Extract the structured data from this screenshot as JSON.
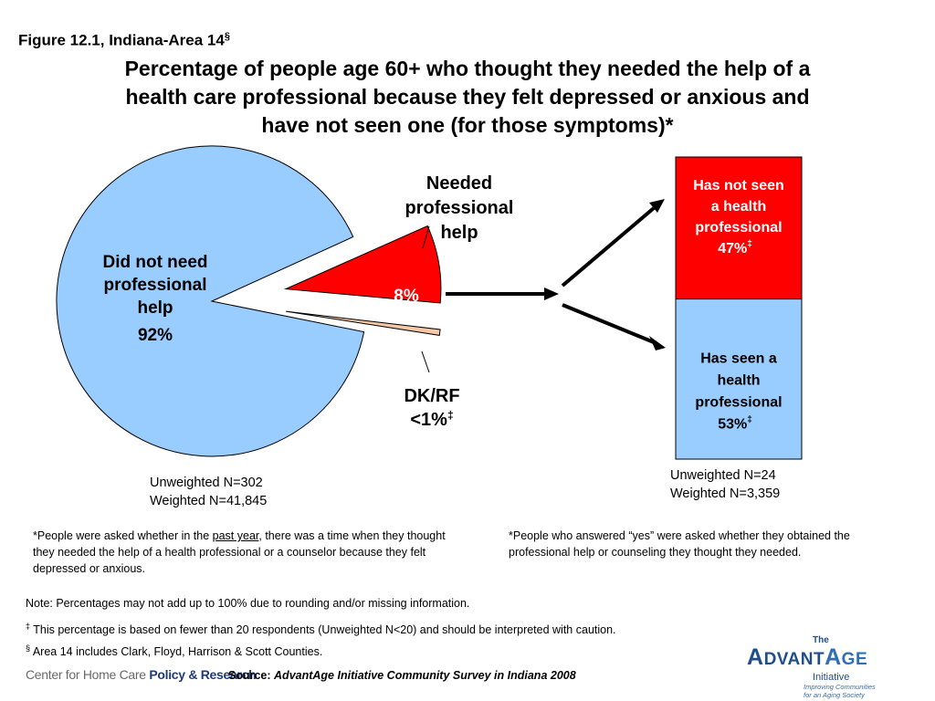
{
  "figure_label": "Figure 12.1, Indiana-Area 14",
  "figure_label_mark": "§",
  "title": "Percentage of people age 60+ who thought they needed the help of a health care professional because they felt depressed or anxious and have not seen one (for those symptoms)*",
  "chart_data": [
    {
      "type": "pie",
      "slices": [
        {
          "label_lines": [
            "Did not need",
            "professional",
            "help"
          ],
          "value": 92,
          "value_label": "92%",
          "color": "#99ccff"
        },
        {
          "label_lines": [
            "Needed",
            "professional",
            "help"
          ],
          "value": 8,
          "value_label": "8%",
          "color": "#ff0000"
        },
        {
          "label_lines": [
            "DK/RF"
          ],
          "value": 1,
          "value_label": "<1%",
          "value_mark": "‡",
          "color": "#f5c9a8"
        }
      ],
      "n_lines": [
        "Unweighted N=302",
        "Weighted N=41,845"
      ]
    },
    {
      "type": "bar",
      "stacked": true,
      "segments": [
        {
          "label_lines": [
            "Has not seen",
            "a health",
            "professional"
          ],
          "value": 47,
          "value_label": "47%",
          "value_mark": "‡",
          "color": "#ff0000",
          "text_color": "#ffffff"
        },
        {
          "label_lines": [
            "Has seen a",
            "health",
            "professional"
          ],
          "value": 53,
          "value_label": "53%",
          "value_mark": "‡",
          "color": "#99ccff",
          "text_color": "#000000"
        }
      ],
      "n_lines": [
        "Unweighted N=24",
        "Weighted N=3,359"
      ]
    }
  ],
  "footnote_left": {
    "before": "*People were asked whether in the ",
    "underlined": "past year",
    "after": ", there was a time when they thought they needed the help of a health professional or a counselor because they felt depressed or anxious."
  },
  "footnote_right": "*People who answered “yes” were asked whether they obtained the professional help or counseling they thought they needed.",
  "notes": {
    "rounding": "Note: Percentages may not add up to 100% due to rounding and/or missing information.",
    "caution_mark": "‡",
    "caution": "This percentage is based on fewer than 20 respondents (Unweighted N<20) and should be interpreted with caution.",
    "area_mark": "§",
    "area": "Area 14 includes Clark, Floyd, Harrison & Scott Counties."
  },
  "source": {
    "prefix": "Source:",
    "name": "AdvantAge Initiative Community Survey in Indiana 2008"
  },
  "logos": {
    "chcp_prefix": "Center for Home Care",
    "chcp_bold": "Policy & Research",
    "adv_the": "The",
    "adv_word_a": "A",
    "adv_word_dvant": "DVANT",
    "adv_word_a2": "A",
    "adv_word_ge": "GE",
    "adv_initiative": "Initiative",
    "adv_tagline": "Improving Communities for an Aging Society"
  }
}
